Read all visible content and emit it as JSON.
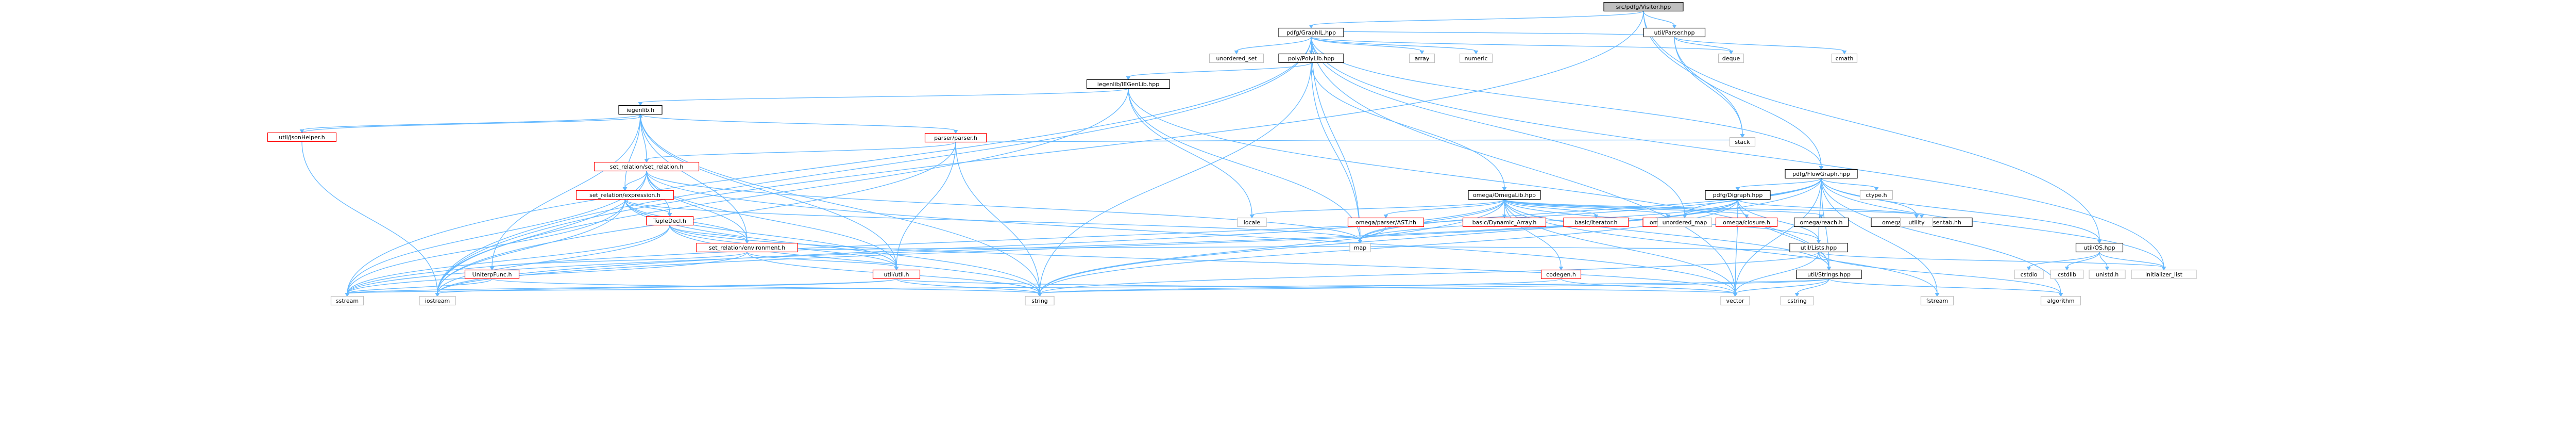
{
  "diagram": {
    "title": "src/pdfg/Visitor.hpp",
    "colors": {
      "edge": "#63b8ff",
      "root_fill": "#bfbfbf",
      "node_border": "#000000",
      "external_border": "#bfbfbf",
      "incomplete_border": "#ff0000",
      "text": "#000000"
    },
    "nodes": [
      {
        "id": "visitor",
        "label": "src/pdfg/Visitor.hpp",
        "kind": "root"
      },
      {
        "id": "graphil",
        "label": "pdfg/GraphIL.hpp",
        "kind": "local"
      },
      {
        "id": "uparser",
        "label": "util/Parser.hpp",
        "kind": "local"
      },
      {
        "id": "deque",
        "label": "deque",
        "kind": "external"
      },
      {
        "id": "cmath",
        "label": "cmath",
        "kind": "external"
      },
      {
        "id": "stack",
        "label": "stack",
        "kind": "external"
      },
      {
        "id": "unordered_set",
        "label": "unordered_set",
        "kind": "external"
      },
      {
        "id": "polylib",
        "label": "poly/PolyLib.hpp",
        "kind": "local"
      },
      {
        "id": "array",
        "label": "array",
        "kind": "external"
      },
      {
        "id": "numeric",
        "label": "numeric",
        "kind": "external"
      },
      {
        "id": "iegenstr",
        "label": "iegenlib/IEGenLib.hpp",
        "kind": "local"
      },
      {
        "id": "iegenlibh",
        "label": "iegenlib.h",
        "kind": "local"
      },
      {
        "id": "jsonhelper",
        "label": "util/jsonHelper.h",
        "kind": "incomplete"
      },
      {
        "id": "parser",
        "label": "parser/parser.h",
        "kind": "incomplete"
      },
      {
        "id": "setrel",
        "label": "set_relation/set_relation.h",
        "kind": "incomplete"
      },
      {
        "id": "setexpr",
        "label": "set_relation/expression.h",
        "kind": "incomplete"
      },
      {
        "id": "tupledecl",
        "label": "TupleDecl.h",
        "kind": "incomplete"
      },
      {
        "id": "environment",
        "label": "set_relation/environment.h",
        "kind": "incomplete"
      },
      {
        "id": "uniqueterms",
        "label": "UniterpFunc.h",
        "kind": "incomplete"
      },
      {
        "id": "utilh",
        "label": "util/util.h",
        "kind": "incomplete"
      },
      {
        "id": "omegalib",
        "label": "omega/OmegaLib.hpp",
        "kind": "local"
      },
      {
        "id": "locale",
        "label": "locale",
        "kind": "external"
      },
      {
        "id": "omegaast",
        "label": "omega/parser/AST.hh",
        "kind": "incomplete"
      },
      {
        "id": "basicdyn",
        "label": "basic/Dynamic_Array.h",
        "kind": "incomplete"
      },
      {
        "id": "basiciter",
        "label": "basic/Iterator.h",
        "kind": "incomplete"
      },
      {
        "id": "omegahull",
        "label": "omega/hull.h",
        "kind": "incomplete"
      },
      {
        "id": "omegaclosure",
        "label": "omega/closure.h",
        "kind": "incomplete"
      },
      {
        "id": "omegareach",
        "label": "omega/reach.h",
        "kind": "local"
      },
      {
        "id": "omegaparsertab",
        "label": "omega/parser/parser.tab.hh",
        "kind": "local"
      },
      {
        "id": "codegen",
        "label": "codegen.h",
        "kind": "incomplete"
      },
      {
        "id": "pdfgflow",
        "label": "pdfg/FlowGraph.hpp",
        "kind": "local"
      },
      {
        "id": "digraph",
        "label": "pdfg/Digraph.hpp",
        "kind": "local"
      },
      {
        "id": "ctype",
        "label": "ctype.h",
        "kind": "external"
      },
      {
        "id": "utility",
        "label": "utility",
        "kind": "external"
      },
      {
        "id": "ulists",
        "label": "util/Lists.hpp",
        "kind": "local"
      },
      {
        "id": "uos",
        "label": "util/OS.hpp",
        "kind": "local"
      },
      {
        "id": "ustrings",
        "label": "util/Strings.hpp",
        "kind": "local"
      },
      {
        "id": "unordered_map",
        "label": "unordered_map",
        "kind": "external"
      },
      {
        "id": "map",
        "label": "map",
        "kind": "external"
      },
      {
        "id": "initlist",
        "label": "initializer_list",
        "kind": "external"
      },
      {
        "id": "cstdio",
        "label": "cstdio",
        "kind": "external"
      },
      {
        "id": "cstdlib",
        "label": "cstdlib",
        "kind": "external"
      },
      {
        "id": "unistd",
        "label": "unistd.h",
        "kind": "external"
      },
      {
        "id": "cstring",
        "label": "cstring",
        "kind": "external"
      },
      {
        "id": "fstream",
        "label": "fstream",
        "kind": "external"
      },
      {
        "id": "algorithm",
        "label": "algorithm",
        "kind": "external"
      },
      {
        "id": "vector",
        "label": "vector",
        "kind": "external"
      },
      {
        "id": "string",
        "label": "string",
        "kind": "external"
      },
      {
        "id": "iostream",
        "label": "iostream",
        "kind": "external"
      },
      {
        "id": "sstream",
        "label": "sstream",
        "kind": "external"
      }
    ],
    "edges": [
      [
        "visitor",
        "graphil"
      ],
      [
        "visitor",
        "uparser"
      ],
      [
        "visitor",
        "stack"
      ],
      [
        "visitor",
        "uos"
      ],
      [
        "visitor",
        "iostream"
      ],
      [
        "uparser",
        "graphil"
      ],
      [
        "uparser",
        "deque"
      ],
      [
        "uparser",
        "cmath"
      ],
      [
        "uparser",
        "stack"
      ],
      [
        "uparser",
        "pdfgflow"
      ],
      [
        "graphil",
        "unordered_set"
      ],
      [
        "graphil",
        "polylib"
      ],
      [
        "graphil",
        "array"
      ],
      [
        "graphil",
        "numeric"
      ],
      [
        "graphil",
        "deque"
      ],
      [
        "graphil",
        "pdfgflow"
      ],
      [
        "graphil",
        "unordered_map"
      ],
      [
        "graphil",
        "initlist"
      ],
      [
        "graphil",
        "map"
      ],
      [
        "graphil",
        "sstream"
      ],
      [
        "graphil",
        "iostream"
      ],
      [
        "graphil",
        "vector"
      ],
      [
        "polylib",
        "iegenstr"
      ],
      [
        "polylib",
        "omegalib"
      ],
      [
        "polylib",
        "string"
      ],
      [
        "polylib",
        "map"
      ],
      [
        "iegenstr",
        "iegenlibh"
      ],
      [
        "iegenstr",
        "locale"
      ],
      [
        "iegenstr",
        "map"
      ],
      [
        "iegenstr",
        "iostream"
      ],
      [
        "iegenstr",
        "ustrings"
      ],
      [
        "iegenlibh",
        "jsonhelper"
      ],
      [
        "iegenlibh",
        "parser"
      ],
      [
        "iegenlibh",
        "setrel"
      ],
      [
        "iegenlibh",
        "setexpr"
      ],
      [
        "iegenlibh",
        "environment"
      ],
      [
        "iegenlibh",
        "utilh"
      ],
      [
        "iegenlibh",
        "uniqueterms"
      ],
      [
        "iegenlibh",
        "string"
      ],
      [
        "jsonhelper",
        "iegenlibh"
      ],
      [
        "jsonhelper",
        "iostream"
      ],
      [
        "parser",
        "setrel"
      ],
      [
        "parser",
        "utilh"
      ],
      [
        "parser",
        "stack"
      ],
      [
        "parser",
        "string"
      ],
      [
        "parser",
        "iostream"
      ],
      [
        "setrel",
        "setexpr"
      ],
      [
        "setrel",
        "environment"
      ],
      [
        "setrel",
        "tupledecl"
      ],
      [
        "setrel",
        "utilh"
      ],
      [
        "setrel",
        "map"
      ],
      [
        "setrel",
        "iostream"
      ],
      [
        "setrel",
        "vector"
      ],
      [
        "setrel",
        "sstream"
      ],
      [
        "setexpr",
        "tupledecl"
      ],
      [
        "setexpr",
        "environment"
      ],
      [
        "setexpr",
        "utilh"
      ],
      [
        "setexpr",
        "map"
      ],
      [
        "setexpr",
        "string"
      ],
      [
        "setexpr",
        "iostream"
      ],
      [
        "setexpr",
        "sstream"
      ],
      [
        "tupledecl",
        "environment"
      ],
      [
        "tupledecl",
        "utilh"
      ],
      [
        "tupledecl",
        "string"
      ],
      [
        "tupledecl",
        "vector"
      ],
      [
        "tupledecl",
        "sstream"
      ],
      [
        "tupledecl",
        "iostream"
      ],
      [
        "environment",
        "uniqueterms"
      ],
      [
        "environment",
        "utilh"
      ],
      [
        "environment",
        "map"
      ],
      [
        "environment",
        "string"
      ],
      [
        "environment",
        "sstream"
      ],
      [
        "uniqueterms",
        "sstream"
      ],
      [
        "uniqueterms",
        "string"
      ],
      [
        "utilh",
        "sstream"
      ],
      [
        "utilh",
        "iostream"
      ],
      [
        "utilh",
        "string"
      ],
      [
        "utilh",
        "vector"
      ],
      [
        "omegalib",
        "locale"
      ],
      [
        "omegalib",
        "omegaast"
      ],
      [
        "omegalib",
        "basicdyn"
      ],
      [
        "omegalib",
        "basiciter"
      ],
      [
        "omegalib",
        "omegahull"
      ],
      [
        "omegalib",
        "omegaclosure"
      ],
      [
        "omegalib",
        "omegareach"
      ],
      [
        "omegalib",
        "omegaparsertab"
      ],
      [
        "omegalib",
        "codegen"
      ],
      [
        "omegalib",
        "ulists"
      ],
      [
        "omegalib",
        "map"
      ],
      [
        "omegalib",
        "string"
      ],
      [
        "omegalib",
        "vector"
      ],
      [
        "omegalib",
        "iostream"
      ],
      [
        "omegalib",
        "fstream"
      ],
      [
        "omegalib",
        "ustrings"
      ],
      [
        "omegaast",
        "map"
      ],
      [
        "codegen",
        "string"
      ],
      [
        "codegen",
        "vector"
      ],
      [
        "pdfgflow",
        "digraph"
      ],
      [
        "pdfgflow",
        "ctype"
      ],
      [
        "pdfgflow",
        "utility"
      ],
      [
        "pdfgflow",
        "ulists"
      ],
      [
        "pdfgflow",
        "uos"
      ],
      [
        "pdfgflow",
        "ustrings"
      ],
      [
        "pdfgflow",
        "unordered_map"
      ],
      [
        "pdfgflow",
        "map"
      ],
      [
        "pdfgflow",
        "algorithm"
      ],
      [
        "pdfgflow",
        "vector"
      ],
      [
        "pdfgflow",
        "string"
      ],
      [
        "pdfgflow",
        "fstream"
      ],
      [
        "pdfgflow",
        "initlist"
      ],
      [
        "pdfgflow",
        "sstream"
      ],
      [
        "digraph",
        "ulists"
      ],
      [
        "digraph",
        "utility"
      ],
      [
        "digraph",
        "ustrings"
      ],
      [
        "digraph",
        "unordered_map"
      ],
      [
        "digraph",
        "map"
      ],
      [
        "digraph",
        "string"
      ],
      [
        "digraph",
        "vector"
      ],
      [
        "digraph",
        "iostream"
      ],
      [
        "digraph",
        "sstream"
      ],
      [
        "ulists",
        "initlist"
      ],
      [
        "ulists",
        "map"
      ],
      [
        "ulists",
        "algorithm"
      ],
      [
        "ulists",
        "vector"
      ],
      [
        "ulists",
        "string"
      ],
      [
        "ulists",
        "ustrings"
      ],
      [
        "uos",
        "cstdio"
      ],
      [
        "uos",
        "cstdlib"
      ],
      [
        "uos",
        "unistd"
      ],
      [
        "uos",
        "initlist"
      ],
      [
        "ustrings",
        "cstring"
      ],
      [
        "ustrings",
        "algorithm"
      ],
      [
        "ustrings",
        "vector"
      ],
      [
        "ustrings",
        "string"
      ],
      [
        "ustrings",
        "sstream"
      ]
    ]
  }
}
